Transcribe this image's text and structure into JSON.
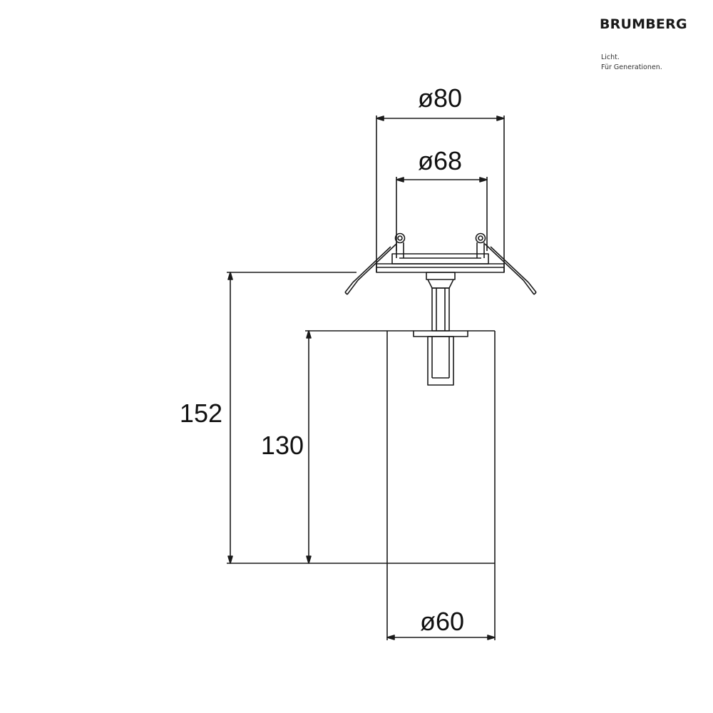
{
  "brand": {
    "name": "BRUMBERG",
    "tagline_line1": "Licht.",
    "tagline_line2": "Für Generationen."
  },
  "dimensions": {
    "outer_diameter": "ø80",
    "cutout_diameter": "ø68",
    "total_height": "152",
    "body_height": "130",
    "body_diameter": "ø60"
  },
  "colors": {
    "line": "#1a1a1a",
    "background": "#ffffff"
  }
}
